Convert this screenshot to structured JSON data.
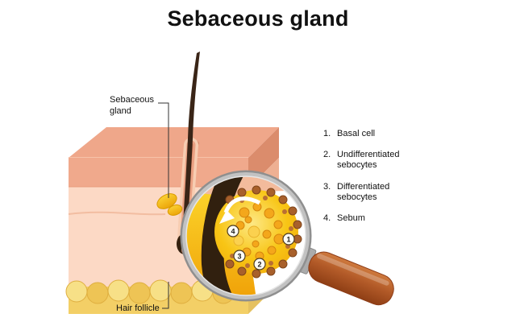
{
  "title": "Sebaceous gland",
  "labels": {
    "sebaceous_gland": {
      "line1": "Sebaceous",
      "line2": "gland"
    },
    "hair_follicle": "Hair follicle"
  },
  "legend": {
    "items": [
      {
        "num": "1.",
        "label": "Basal cell"
      },
      {
        "num": "2.",
        "label": "Undifferentiated sebocytes"
      },
      {
        "num": "3.",
        "label": "Differentiated sebocytes"
      },
      {
        "num": "4.",
        "label": "Sebum"
      }
    ]
  },
  "magnifier": {
    "markers": [
      "1",
      "2",
      "3",
      "4"
    ]
  },
  "colors": {
    "background": "#ffffff",
    "epidermis_top": "#efa78a",
    "epidermis_front": "#f0a98c",
    "dermis": "#fcd9c5",
    "fat": "#f3cf66",
    "hair": "#3a2517",
    "sebum_yellow": "#f6b90e",
    "gland_cell_orange": "#f4a71b",
    "basal_cell_brown": "#a8602b",
    "magnifier_handle": "#b25a28",
    "magnifier_rim": "#c2c2c2"
  }
}
